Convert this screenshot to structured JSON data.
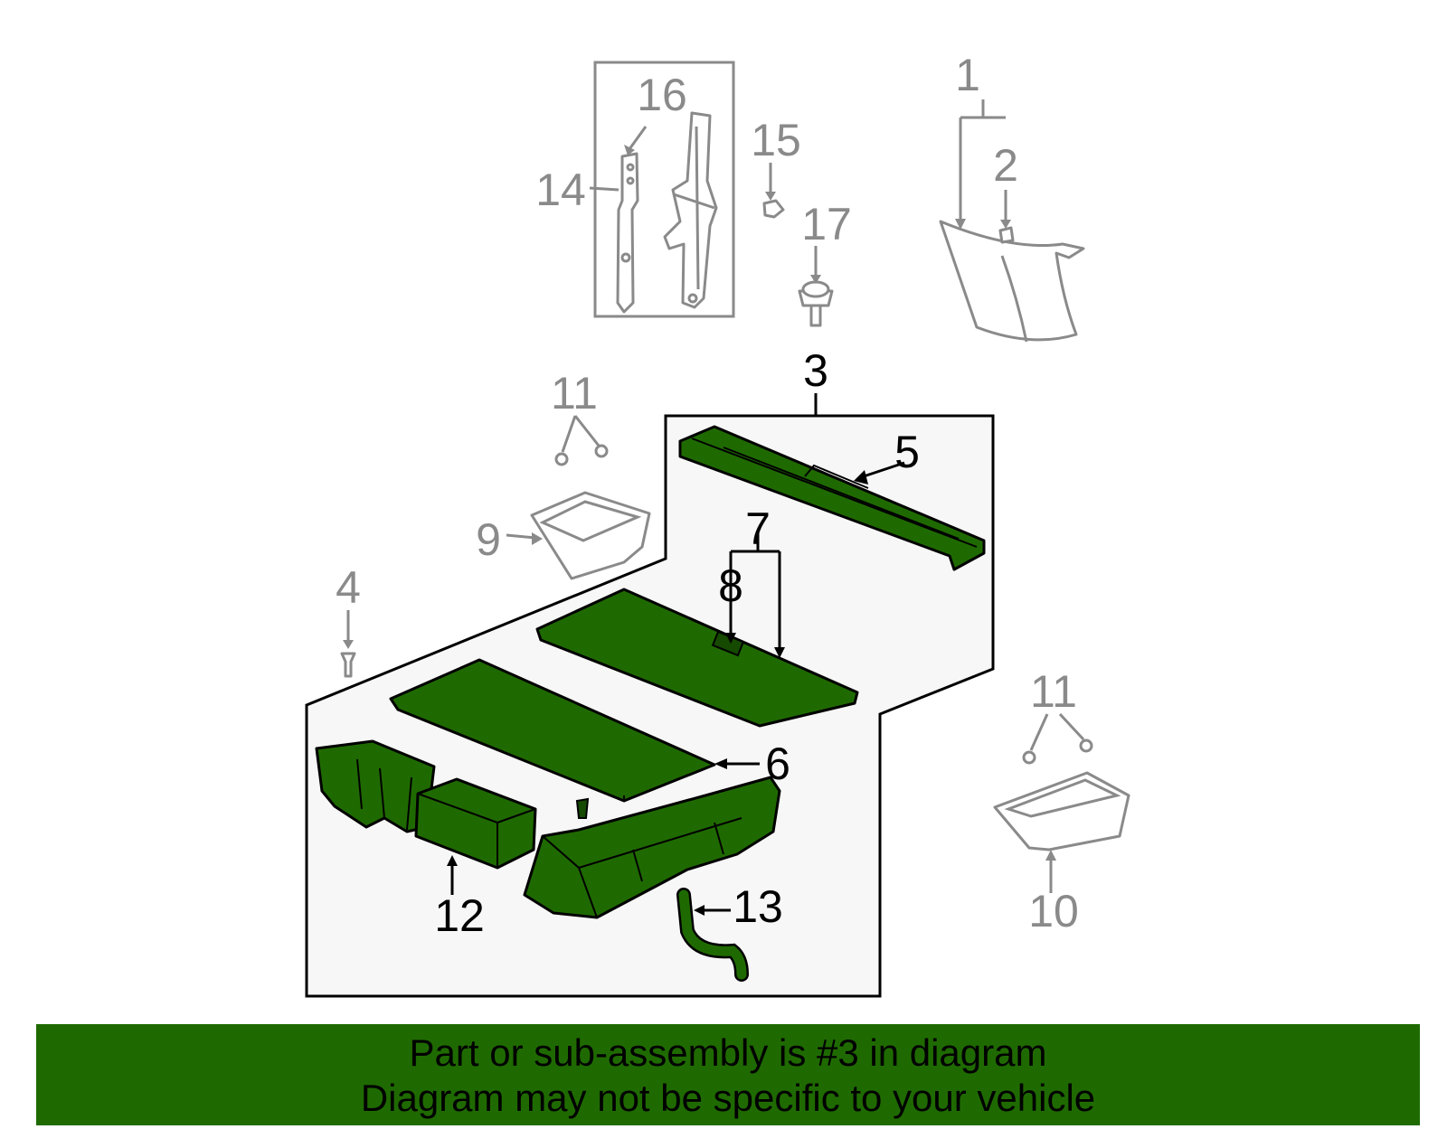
{
  "callouts": {
    "c1": "1",
    "c2": "2",
    "c3": "3",
    "c4": "4",
    "c5": "5",
    "c6": "6",
    "c7": "7",
    "c8": "8",
    "c9": "9",
    "c10": "10",
    "c11a": "11",
    "c11b": "11",
    "c12": "12",
    "c13": "13",
    "c14": "14",
    "c15": "15",
    "c16": "16",
    "c17": "17"
  },
  "banner": {
    "line1": "Part or sub-assembly is #3 in diagram",
    "line2": "Diagram may not be specific to your vehicle"
  },
  "colors": {
    "highlight": "#1f6a00",
    "non_highlight": "#8a8a8a",
    "assembly_box_fill": "#f7f7f7"
  }
}
